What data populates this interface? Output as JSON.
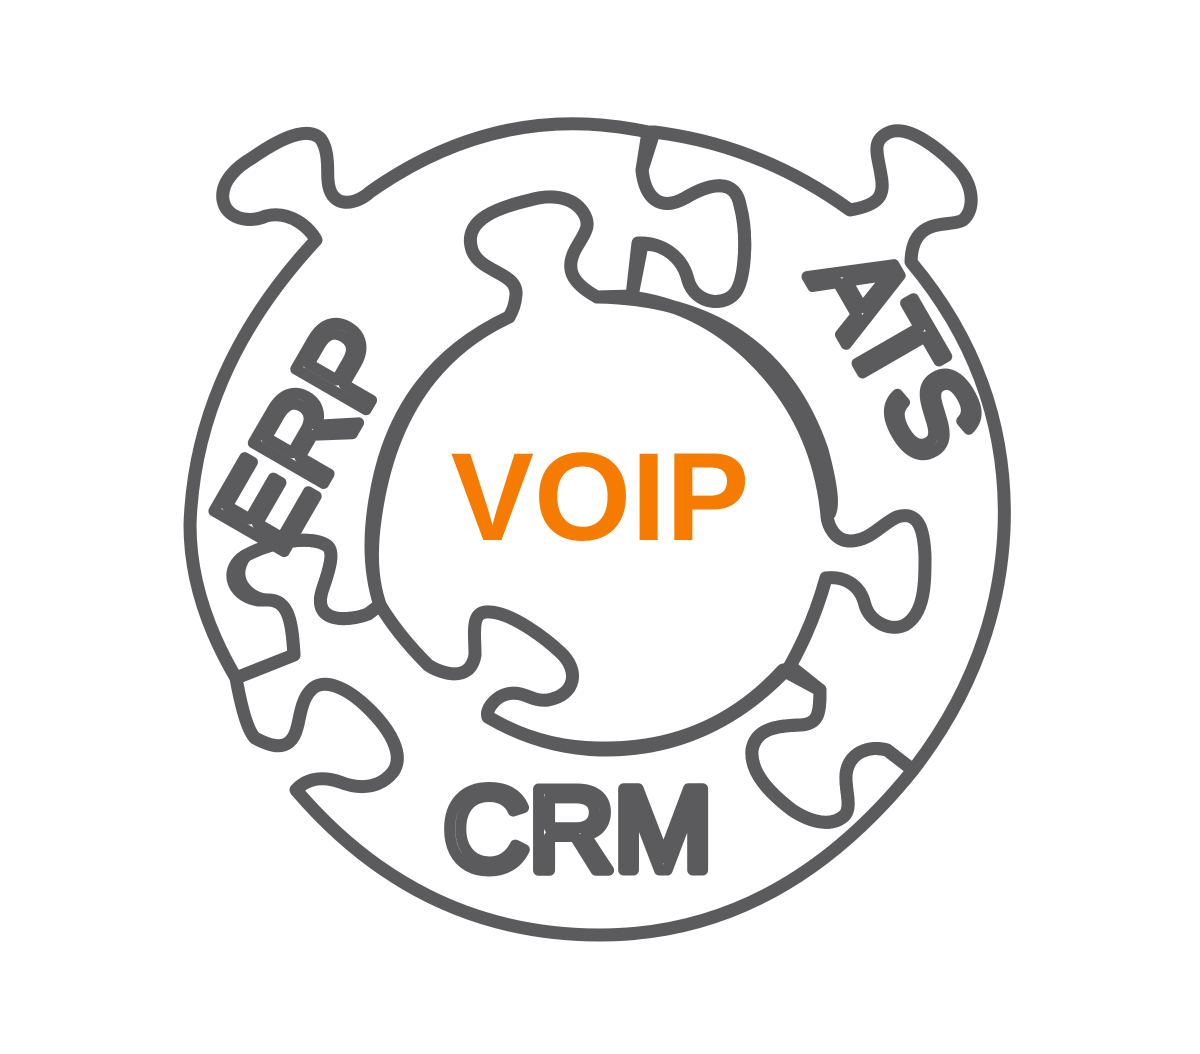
{
  "diagram": {
    "center_label": "VOIP",
    "segments": [
      {
        "label": "ERP"
      },
      {
        "label": "ATS"
      },
      {
        "label": "CRM"
      }
    ]
  },
  "colors": {
    "outline": "#5b5b5d",
    "accent": "#f57c00",
    "background": "#ffffff"
  }
}
